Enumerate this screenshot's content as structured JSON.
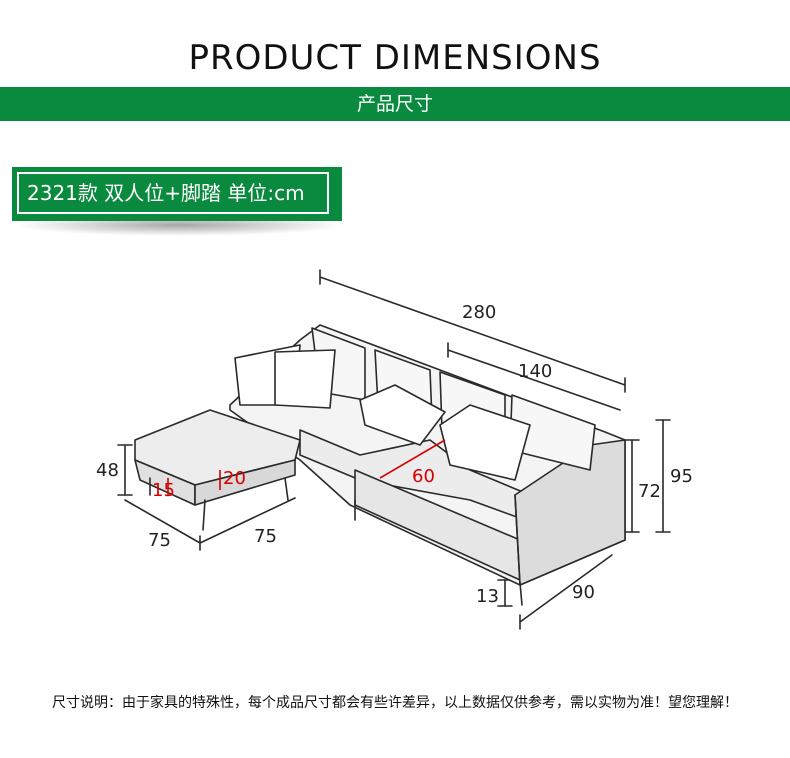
{
  "header": {
    "title": "PRODUCT DIMENSIONS",
    "subtitle": "产品尺寸"
  },
  "tag": {
    "label": "2321款 双人位+脚踏 单位:cm"
  },
  "dimensions": {
    "total_length": "280",
    "seat_section": "140",
    "sofa_height": "95",
    "seat_height": "72",
    "leg_height": "13",
    "sofa_depth": "90",
    "seat_depth": "60",
    "footstool_height": "48",
    "footstool_width": "75",
    "footstool_length": "75",
    "footstool_cushion_depth": "15",
    "footstool_cushion_height": "20"
  },
  "footer": {
    "note": "尺寸说明：由于家具的特殊性，每个成品尺寸都会有些许差异，以上数据仅供参考，需以实物为准！望您理解！"
  },
  "colors": {
    "brand_green": "#0a8a3e",
    "accent_red": "#d60000"
  }
}
